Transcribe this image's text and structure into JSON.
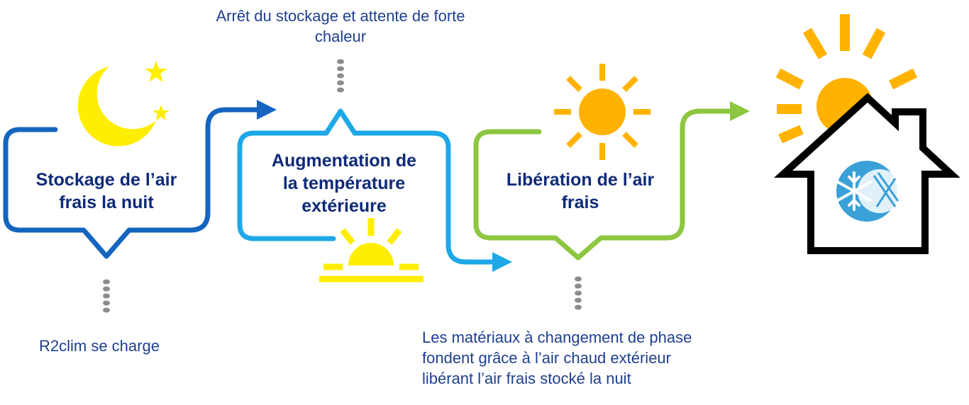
{
  "steps": [
    {
      "title_line1": "Stockage de l’air",
      "title_line2": "frais la nuit",
      "color": "#1565c0",
      "icon": "moon-stars-icon"
    },
    {
      "title_line1": "Augmentation de",
      "title_line2": "la température",
      "title_line3": "extérieure",
      "color": "#1ea8e8",
      "icon": "rising-sun-icon"
    },
    {
      "title_line1": "Libération de l’air",
      "title_line2": "frais",
      "color": "#8dc63f",
      "icon": "sun-icon"
    }
  ],
  "captions": {
    "top_line1": "Arrêt du stockage et attente de forte",
    "top_line2": "chaleur",
    "left": "R2clim se charge",
    "bottom_line1": "Les matériaux à changement de phase",
    "bottom_line2": "fondent grâce à l’air chaud extérieur",
    "bottom_line3": "libérant l’air frais stocké la nuit"
  },
  "end_icon": "house-cooling-icon",
  "colors": {
    "text_dark": "#0f2a78",
    "caption": "#1f3f8f",
    "moon_yellow": "#ffee00",
    "sun_orange": "#ffb300",
    "dots_gray": "#8c8c8c",
    "snowflake_bg": "#3aa0d8"
  }
}
